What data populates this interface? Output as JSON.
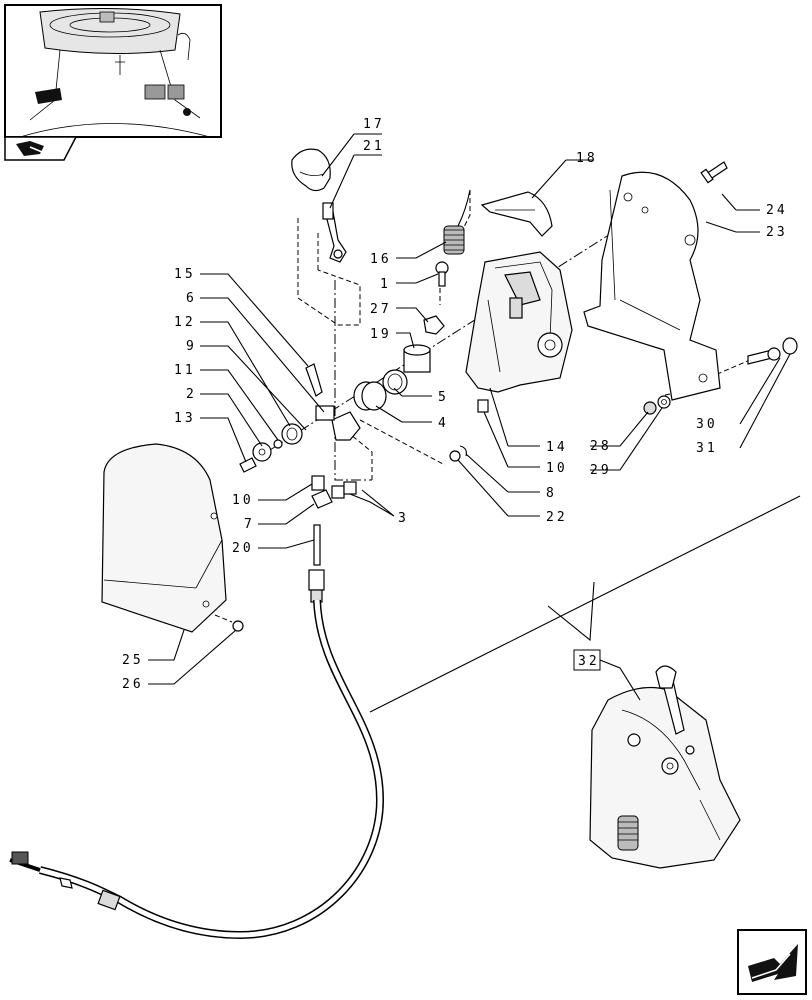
{
  "thumbnail": {
    "icon": "tractor-cab-pedals-thumbnail"
  },
  "nav_icons": {
    "top": "book-arrow-icon",
    "bottom": "next-page-arrow-icon"
  },
  "callouts": [
    {
      "id": "c17",
      "label": "17"
    },
    {
      "id": "c21",
      "label": "21"
    },
    {
      "id": "c18",
      "label": "18"
    },
    {
      "id": "c24",
      "label": "24"
    },
    {
      "id": "c23",
      "label": "23"
    },
    {
      "id": "c16",
      "label": "16"
    },
    {
      "id": "c1",
      "label": "1"
    },
    {
      "id": "c27",
      "label": "27"
    },
    {
      "id": "c19",
      "label": "19"
    },
    {
      "id": "c15",
      "label": "15"
    },
    {
      "id": "c6",
      "label": "6"
    },
    {
      "id": "c12",
      "label": "12"
    },
    {
      "id": "c9",
      "label": "9"
    },
    {
      "id": "c11",
      "label": "11"
    },
    {
      "id": "c2",
      "label": "2"
    },
    {
      "id": "c13",
      "label": "13"
    },
    {
      "id": "c5",
      "label": "5"
    },
    {
      "id": "c4",
      "label": "4"
    },
    {
      "id": "c14",
      "label": "14"
    },
    {
      "id": "c10a",
      "label": "10"
    },
    {
      "id": "c8",
      "label": "8"
    },
    {
      "id": "c22",
      "label": "22"
    },
    {
      "id": "c28",
      "label": "28"
    },
    {
      "id": "c29",
      "label": "29"
    },
    {
      "id": "c30",
      "label": "30"
    },
    {
      "id": "c31",
      "label": "31"
    },
    {
      "id": "c10b",
      "label": "10"
    },
    {
      "id": "c7",
      "label": "7"
    },
    {
      "id": "c3",
      "label": "3"
    },
    {
      "id": "c20",
      "label": "20"
    },
    {
      "id": "c25",
      "label": "25"
    },
    {
      "id": "c26",
      "label": "26"
    },
    {
      "id": "c32",
      "label": "32"
    }
  ]
}
